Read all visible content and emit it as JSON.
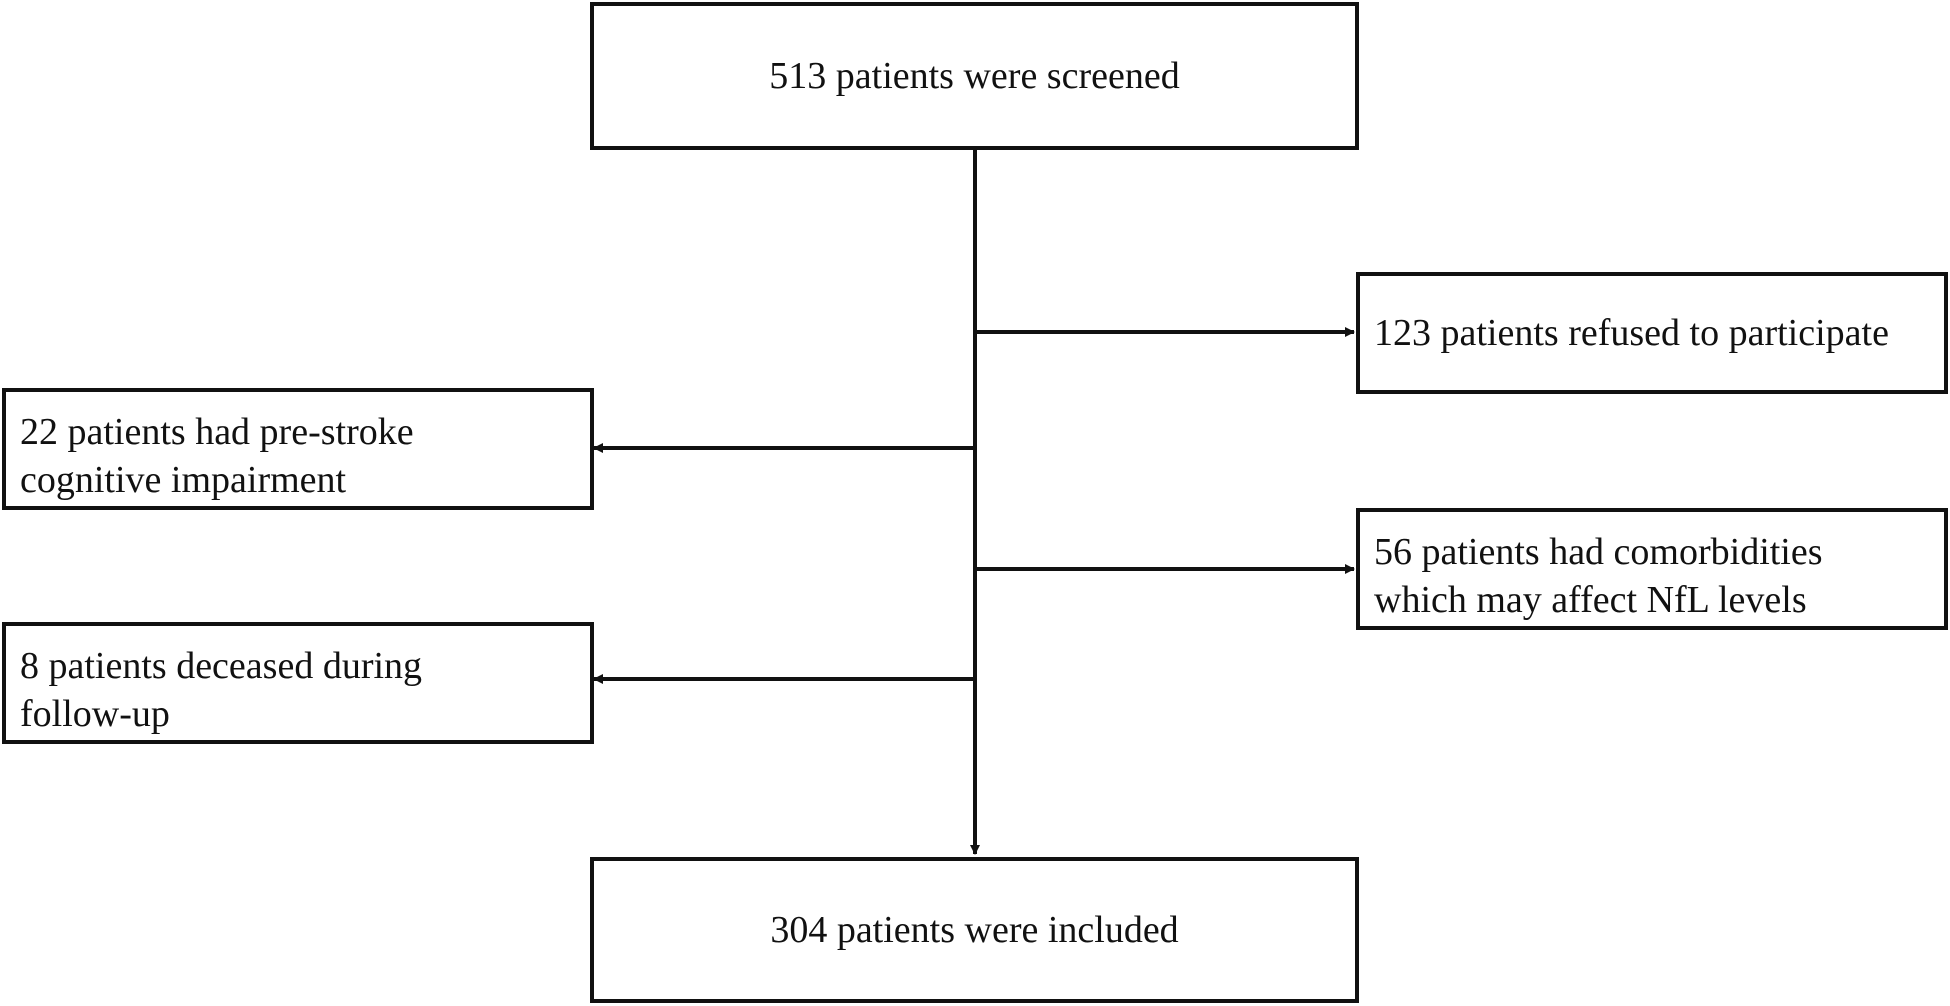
{
  "flow": {
    "screened": "513 patients were screened",
    "refused": "123 patients refused to participate",
    "pre_stroke": {
      "line1": "22 patients had pre-stroke",
      "line2": "cognitive impairment"
    },
    "comorbidities": {
      "line1": "56 patients had comorbidities",
      "line2": "which may affect NfL levels"
    },
    "deceased": {
      "line1": "8 patients deceased during",
      "line2": "follow-up"
    },
    "included": "304 patients were included"
  },
  "colors": {
    "stroke": "#111111",
    "background": "#ffffff"
  }
}
